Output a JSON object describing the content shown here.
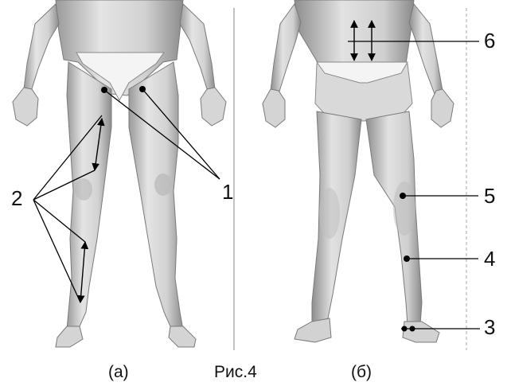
{
  "figure": {
    "caption": "Рис.4",
    "panel_a_label": "(а)",
    "panel_b_label": "(б)",
    "markers": {
      "m1": "1",
      "m2": "2",
      "m3": "3",
      "m4": "4",
      "m5": "5",
      "m6": "6"
    },
    "colors": {
      "skin_light": "#e6e6e6",
      "skin_mid": "#c4c4c4",
      "skin_dark": "#8a8a8a",
      "line": "#000000",
      "divider": "#9a9a9a"
    }
  }
}
